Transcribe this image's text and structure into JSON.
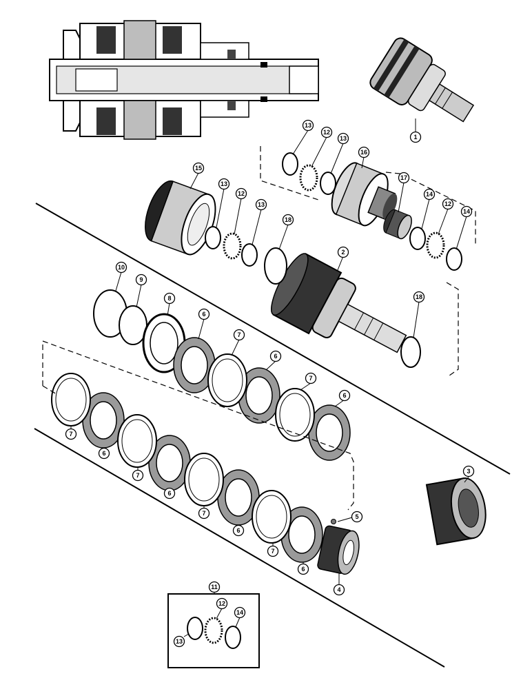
{
  "diagram": {
    "callouts": {
      "c1": "1",
      "c2": "2",
      "c3": "3",
      "c4": "4",
      "c5": "5",
      "c6": "6",
      "c7": "7",
      "c8": "8",
      "c9": "9",
      "c10": "10",
      "c11": "11",
      "c12": "12",
      "c13": "13",
      "c14": "14",
      "c15": "15",
      "c16": "16",
      "c17": "17",
      "c18": "18"
    },
    "colors": {
      "ink": "#000000",
      "paper": "#ffffff",
      "friction": "#9a9a9a"
    }
  }
}
